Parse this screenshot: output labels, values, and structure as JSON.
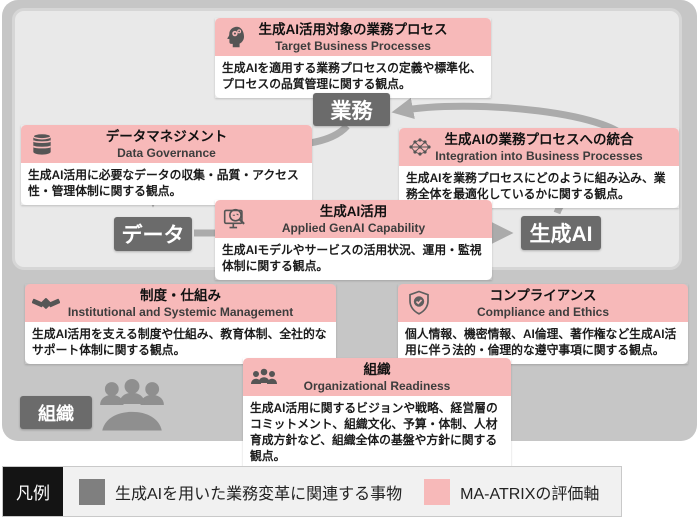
{
  "colors": {
    "eval_axis_pink": "#f7b9b9",
    "entity_dark_gray": "#6b6b6b",
    "legend_gray": "#7f7f7f",
    "arrow_gray": "#ababab"
  },
  "nodes": {
    "business": "業務",
    "data": "データ",
    "genai": "生成AI",
    "org": "組織"
  },
  "cards": {
    "target": {
      "icon": "head-gears-icon",
      "title": "生成AI活用対象の業務プロセス",
      "subtitle": "Target Business Processes",
      "body": "生成AIを適用する業務プロセスの定義や標準化、プロセスの品質管理に関する観点。"
    },
    "datagov": {
      "icon": "database-icon",
      "title": "データマネジメント",
      "subtitle": "Data Governance",
      "body": "生成AI活用に必要なデータの収集・品質・アクセス性・管理体制に関する観点。"
    },
    "integration": {
      "icon": "ai-network-brain-icon",
      "title": "生成AIの業務プロセスへの統合",
      "subtitle": "Integration into Business Processes",
      "body": "生成AIを業務プロセスにどのように組み込み、業務全体を最適化しているかに関する観点。"
    },
    "applied": {
      "icon": "monitor-magnifier-icon",
      "title": "生成AI活用",
      "subtitle": "Applied GenAI Capability",
      "body": "生成AIモデルやサービスの活用状況、運用・監視体制に関する観点。"
    },
    "institutional": {
      "icon": "handshake-icon",
      "title": "制度・仕組み",
      "subtitle": "Institutional and Systemic Management",
      "body": "生成AI活用を支える制度や仕組み、教育体制、全社的なサポート体制に関する観点。"
    },
    "compliance": {
      "icon": "shield-check-icon",
      "title": "コンプライアンス",
      "subtitle": "Compliance and Ethics",
      "body": "個人情報、機密情報、AI倫理、著作権など生成AI活用に伴う法的・倫理的な遵守事項に関する観点。"
    },
    "organizational": {
      "icon": "people-group-icon",
      "title": "組織",
      "subtitle": "Organizational Readiness",
      "body": "生成AI活用に関するビジョンや戦略、経営層のコミットメント、組織文化、予算・体制、人材育成方針など、組織全体の基盤や方針に関する観点。"
    }
  },
  "legend": {
    "label": "凡例",
    "items": [
      {
        "color": "#7f7f7f",
        "label": "生成AIを用いた業務変革に関連する事物"
      },
      {
        "color": "#f7b9b9",
        "label": "MA-ATRIXの評価軸"
      }
    ]
  }
}
